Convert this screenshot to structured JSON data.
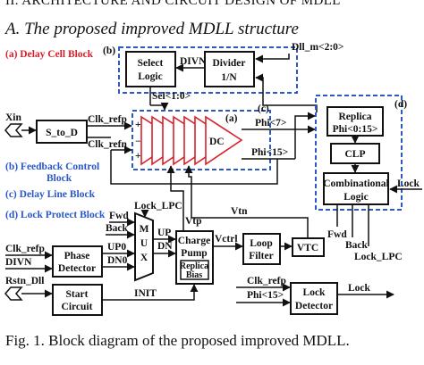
{
  "section_heading": "II.   ARCHITECTURE AND CIRCUIT DESIGN OF MDLL",
  "subsection_heading": "A.  The proposed improved MDLL structure",
  "caption": "Fig. 1.   Block diagram of the proposed improved MDLL.",
  "colors": {
    "delay_cell": "#d8202a",
    "control": "#2a58c8",
    "ink": "#111111"
  },
  "legend": {
    "a": "(a) Delay Cell Block",
    "b_line1": "(b) Feedback Control",
    "b_line2": "Block",
    "c": "(c) Delay Line Block",
    "d": "(d) Lock Protect Block"
  },
  "region_tags": {
    "b": "(b)",
    "a": "(a)",
    "c": "(c)",
    "d": "(d)"
  },
  "blocks": {
    "select_logic_1": "Select",
    "select_logic_2": "Logic",
    "divider_1": "Divider",
    "divider_2": "1/N",
    "s_to_d": "S_to_D",
    "dc": "DC",
    "replica_1": "Replica",
    "replica_2": "Phi<0:15>",
    "clp": "CLP",
    "comb_1": "Combinational",
    "comb_2": "Logic",
    "mux_m": "M",
    "mux_u": "U",
    "mux_x": "X",
    "charge_pump_1": "Charge",
    "charge_pump_2": "Pump",
    "replica_bias_1": "Replica",
    "replica_bias_2": "Bias",
    "loop_filter_1": "Loop",
    "loop_filter_2": "Filter",
    "vtc": "VTC",
    "phase_det_1": "Phase",
    "phase_det_2": "Detector",
    "start_1": "Start",
    "start_2": "Circuit",
    "lock_det_1": "Lock",
    "lock_det_2": "Detector"
  },
  "signals": {
    "divn": "DIVN",
    "dll_m": "Dll_m<2:0>",
    "sel": "Sel<1:0>",
    "xin": "Xin",
    "clk_refp": "Clk_refp",
    "clk_refn": "Clk_refn",
    "phi7": "Phi<7>",
    "phi15": "Phi<15>",
    "lock": "Lock",
    "lock_lpc": "Lock_LPC",
    "fwd": "Fwd",
    "back": "Back",
    "vtp": "Vtp",
    "vtn": "Vtn",
    "up": "UP",
    "dn": "DN",
    "up0": "UP0",
    "dn0": "DN0",
    "vctrl": "Vctrl",
    "init": "INIT",
    "rstn_dll": "Rstn_Dll",
    "clk_refp_ld": "Clk_refp",
    "phi15_ld": "Phi<15>"
  }
}
